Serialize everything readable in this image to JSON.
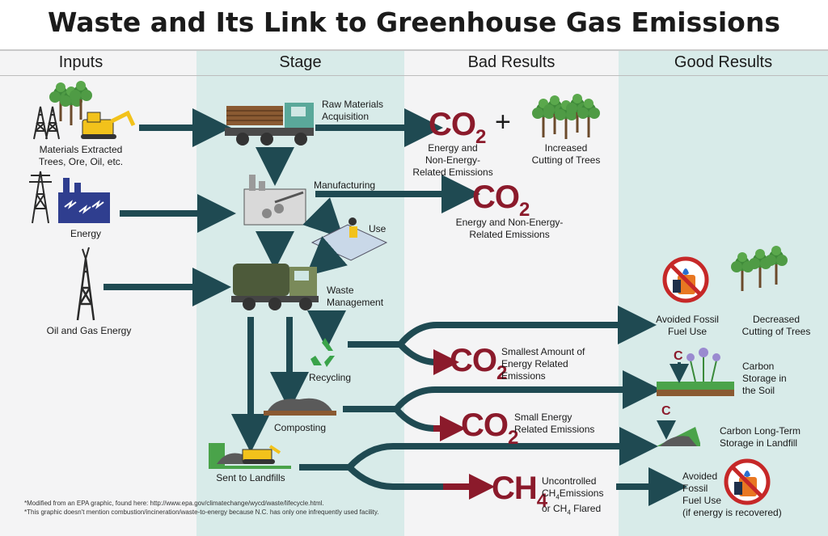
{
  "title": "Waste and Its Link to Greenhouse Gas Emissions",
  "columns": [
    "Inputs",
    "Stage",
    "Bad Results",
    "Good Results"
  ],
  "inputs": {
    "materials": "Materials Extracted\nTrees, Ore, Oil, etc.",
    "energy": "Energy",
    "oil_gas": "Oil and Gas Energy"
  },
  "stages": {
    "raw": "Raw Materials\nAcquisition",
    "manufacturing": "Manufacturing",
    "use": "Use",
    "waste": "Waste\nManagement",
    "recycling": "Recycling",
    "composting": "Composting",
    "landfills": "Sent to Landfills"
  },
  "bad": {
    "co2": "CO",
    "co2_sub": "2",
    "ch4": "CH",
    "ch4_sub": "4",
    "plus": "+",
    "raw_emissions": "Energy and\nNon-Energy-\nRelated Emissions",
    "trees_cut": "Increased\nCutting of Trees",
    "manuf_emissions": "Energy and Non-Energy-\nRelated Emissions",
    "recycling_emissions": "Smallest Amount of\nEnergy Related\nEmissions",
    "compost_emissions": "Small Energy\nRelated Emissions",
    "landfill_emissions_1": "Uncontrolled",
    "landfill_emissions_2": "CH",
    "landfill_emissions_3": "Emissions",
    "landfill_emissions_4": "or CH",
    "landfill_emissions_5": "Flared",
    "sub4": "4"
  },
  "good": {
    "avoided_fossil": "Avoided Fossil\nFuel Use",
    "decreased_trees": "Decreased\nCutting of Trees",
    "carbon_soil": "Carbon\nStorage in\nthe Soil",
    "carbon_landfill": "Carbon Long-Term\nStorage in Landfill",
    "avoided_fossil_2": "Avoided\nFossil\nFuel Use\n(if energy is recovered)",
    "c_letter": "C"
  },
  "notes": [
    "*Modified from an EPA graphic, found here: http://www.epa.gov/climatechange/wycd/waste/lifecycle.html.",
    "*This graphic doesn't mention combustion/incineration/waste-to-energy because N.C. has only one infrequently used facility."
  ],
  "colors": {
    "arrow": "#1f4a52",
    "accent": "#8b1a2b",
    "stage_bg": "#d9ecea",
    "good_bg": "#d9ecea",
    "inputs_bg": "#f4f4f4"
  }
}
